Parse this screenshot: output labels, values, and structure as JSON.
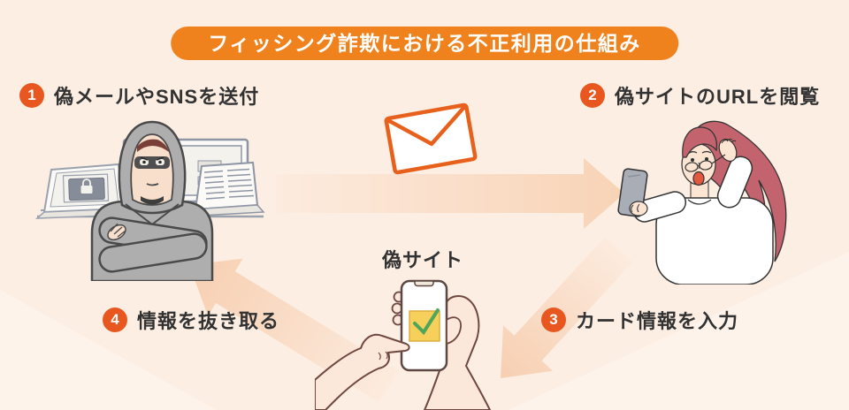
{
  "title": {
    "text": "フィッシング詐欺における不正利用の仕組み"
  },
  "steps": [
    {
      "number": "1",
      "label": "偽メールやSNSを送付"
    },
    {
      "number": "2",
      "label": "偽サイトのURLを閲覧"
    },
    {
      "number": "3",
      "label": "カード情報を入力"
    },
    {
      "number": "4",
      "label": "情報を抜き取る"
    }
  ],
  "center_label": {
    "text": "偽サイト"
  },
  "icons": {
    "envelope": "envelope-icon",
    "lock": "lock-icon",
    "check": "check-icon",
    "flow_arrows": [
      "flow-arrow-send",
      "flow-arrow-enter-info",
      "flow-arrow-extract"
    ]
  },
  "colors": {
    "bg": "#FCEEE3",
    "banner-orange": "#F0821E",
    "badge-orange": "#E8571F",
    "text-dark": "#323232",
    "arrow-light": "#FCEBDE",
    "arrow-deep": "#F7CFB1",
    "envelope-orange": "#E8611C",
    "hoodie-gray": "#AEAEAE",
    "hair-red": "#C3636E",
    "skin": "#FCE8DA",
    "check-green": "#4FA65A",
    "screen-yellow": "#F6D05A"
  }
}
